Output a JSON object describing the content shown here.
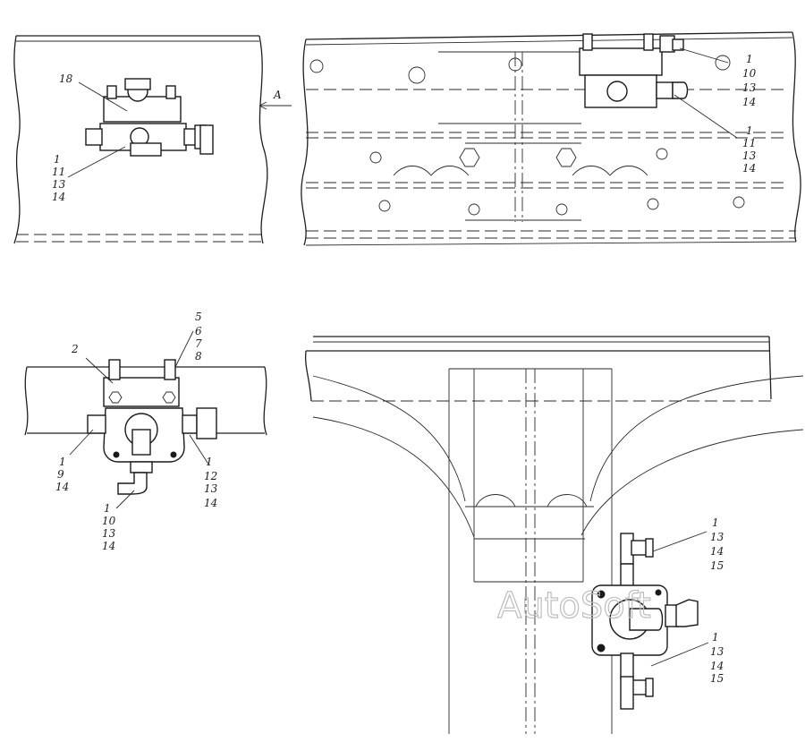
{
  "callouts": {
    "tl_18": "18",
    "tl_group": [
      "1",
      "11",
      "13",
      "14"
    ],
    "view_letter": "A",
    "tr_top": [
      "1",
      "10",
      "13",
      "14"
    ],
    "tr_bottom": [
      "1",
      "11",
      "13",
      "14"
    ],
    "bl_top": [
      "5",
      "6",
      "7",
      "8"
    ],
    "bl_2": "2",
    "bl_left": [
      "1",
      "9",
      "14"
    ],
    "bl_right": [
      "1",
      "12",
      "13",
      "14"
    ],
    "bl_bottom": [
      "1",
      "10",
      "13",
      "14"
    ],
    "br_top": [
      "1",
      "13",
      "14",
      "15"
    ],
    "br_bottom": [
      "1",
      "13",
      "14",
      "15"
    ]
  },
  "watermark": "AutoSoft"
}
